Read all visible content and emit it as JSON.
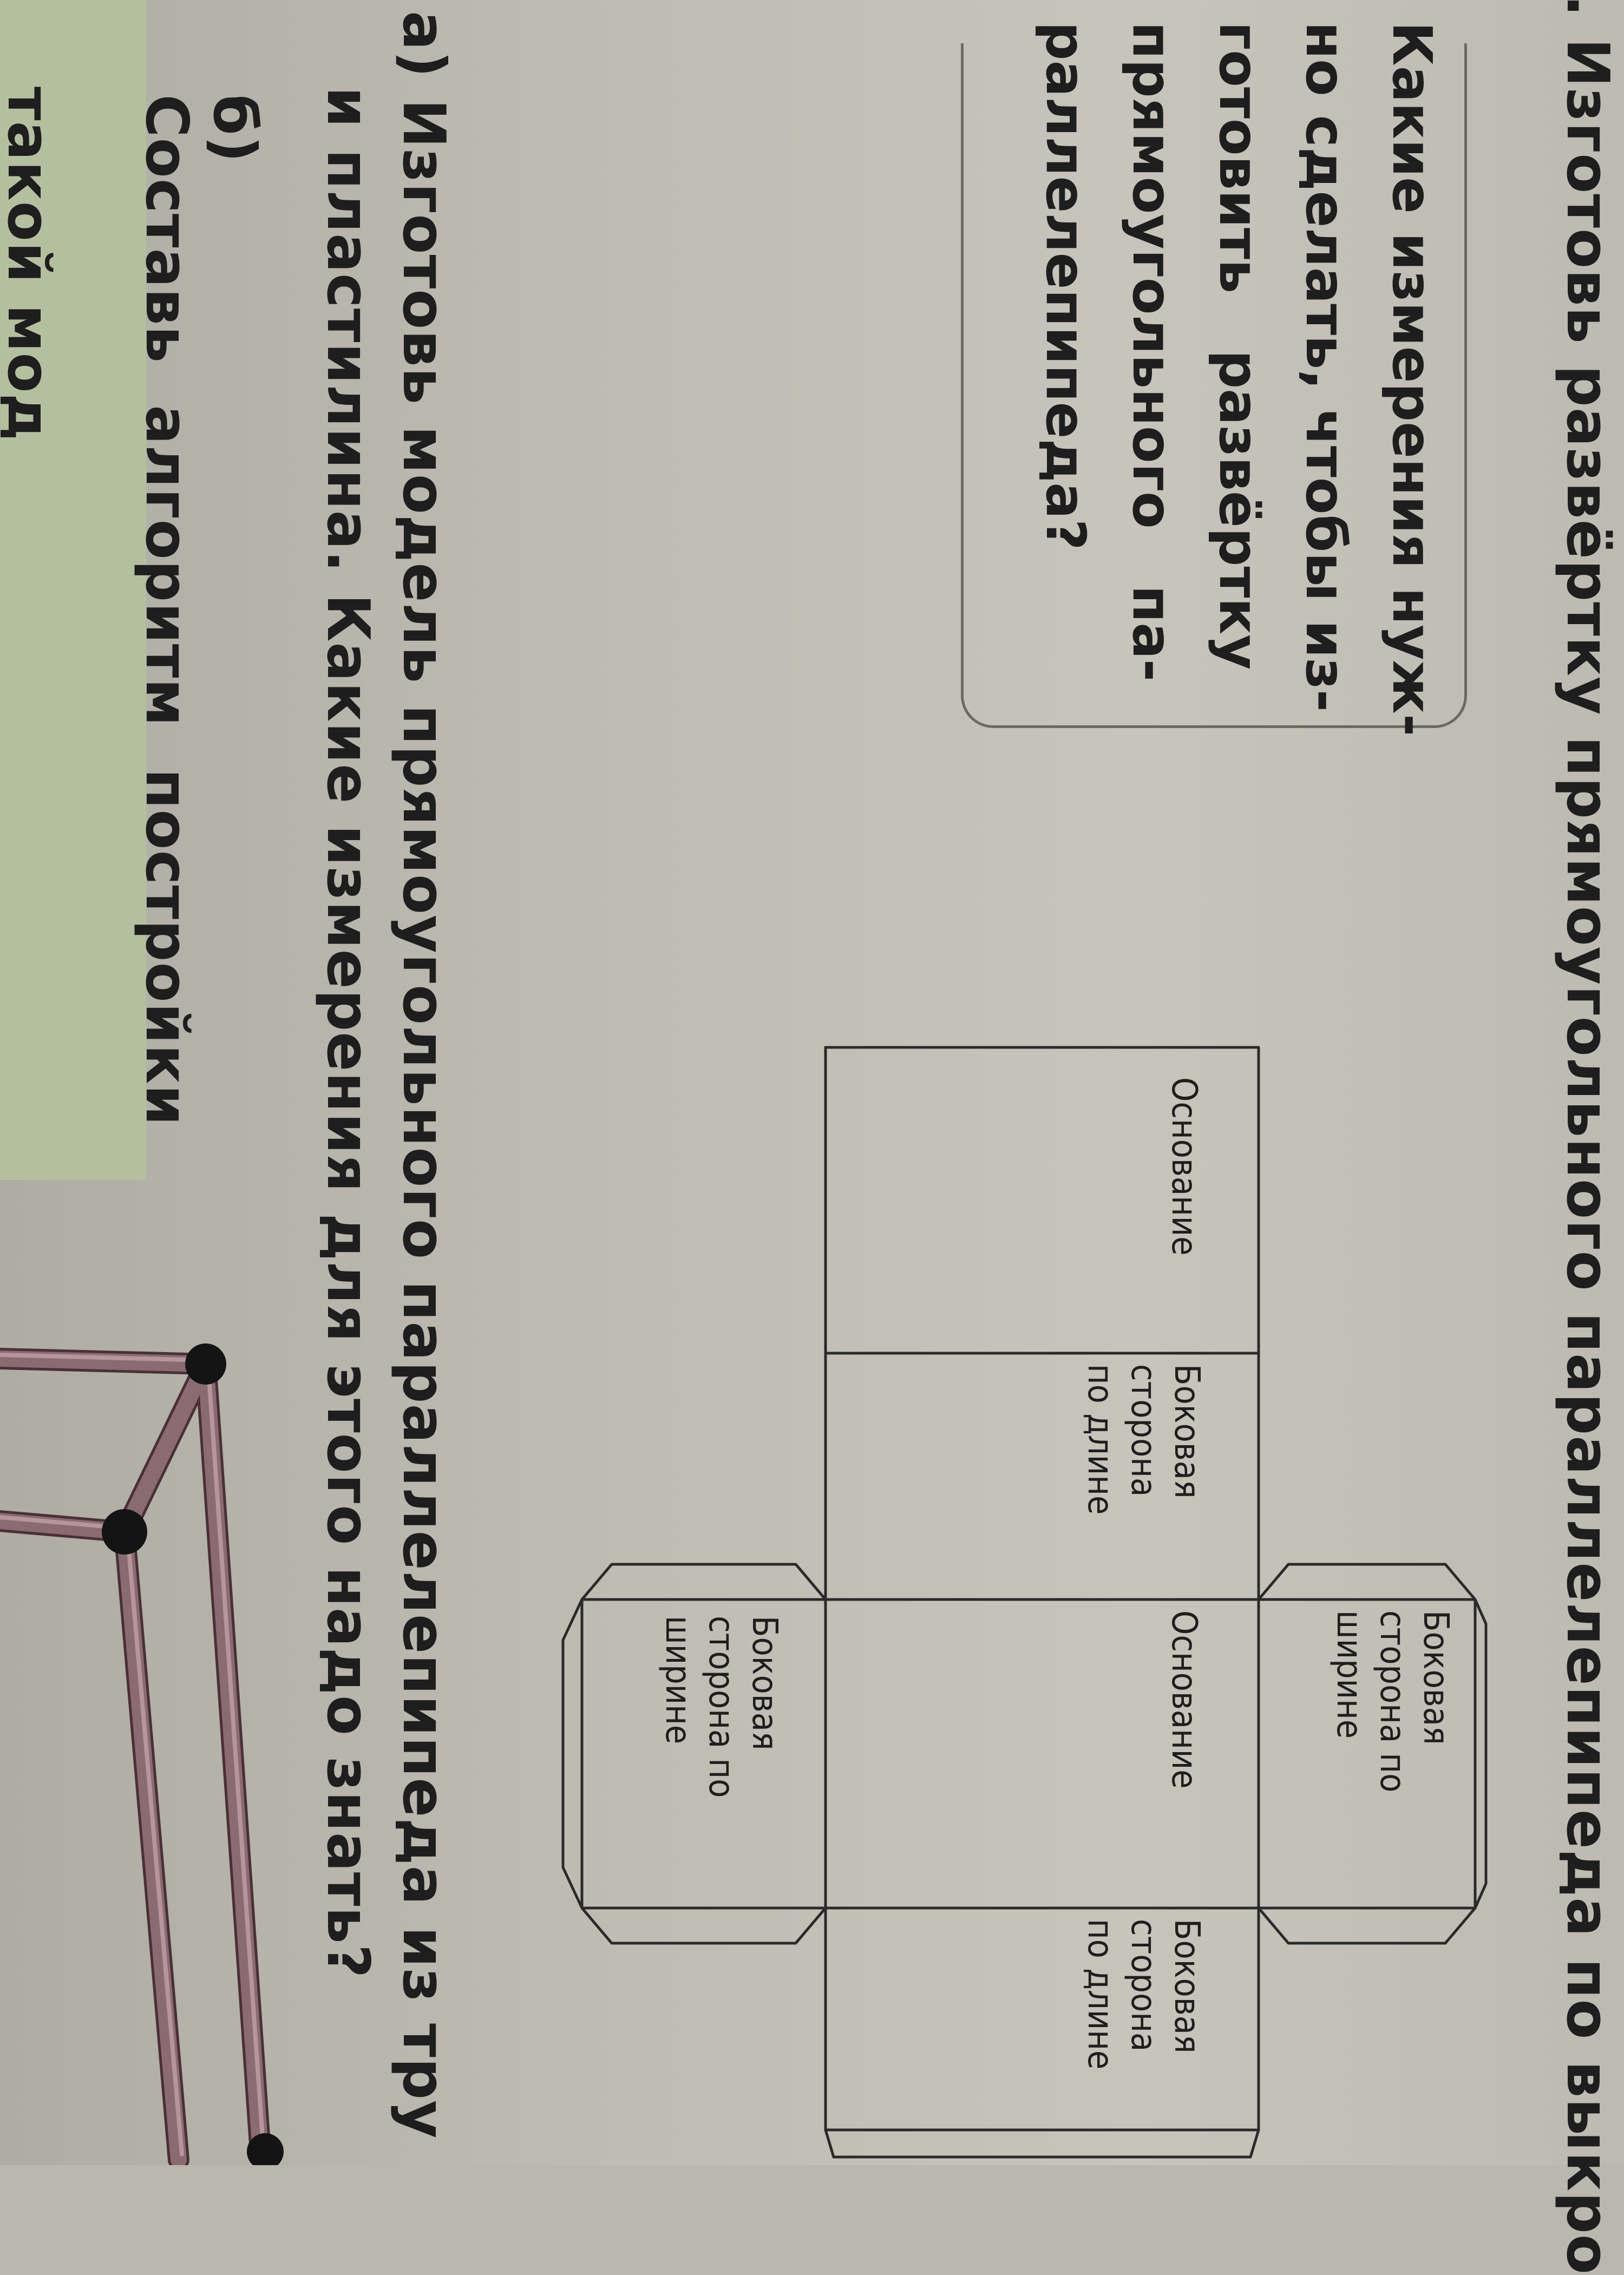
{
  "task_heading": "Изготовь развёртку прямоугольного параллелепипеда по выкро",
  "task_number_fragment": ".",
  "hint_box": {
    "lines": [
      "Какие измерения нуж-",
      "но сделать, чтобы из-",
      "готовить   развёртку",
      "прямоугольного   па-",
      "раллелепипеда?"
    ]
  },
  "net_labels": {
    "base_1": "Основание",
    "side_length_1": [
      "Боковая",
      "сторона",
      "по длине"
    ],
    "side_width_top": [
      "Боковая",
      "сторона по",
      "ширине"
    ],
    "base_2": "Основание",
    "side_width_bottom": [
      "Боковая",
      "сторона по",
      "ширине"
    ],
    "side_length_2": [
      "Боковая",
      "сторона",
      "по длине"
    ]
  },
  "part_a": {
    "marker": "а)",
    "line1": "Изготовь модель прямоугольного параллелепипеда из тру",
    "line2": "и пластилина. Какие измерения для этого надо знать?"
  },
  "part_b": {
    "marker": "б)",
    "line1": "Составь  алгоритм  постройки",
    "line2": "такой мод"
  },
  "colors": {
    "paper": "#c2c0b7",
    "text": "#1e1e1e",
    "green_band": "#b4bfa0",
    "tube": "#8a6b72",
    "joint": "#141414"
  }
}
